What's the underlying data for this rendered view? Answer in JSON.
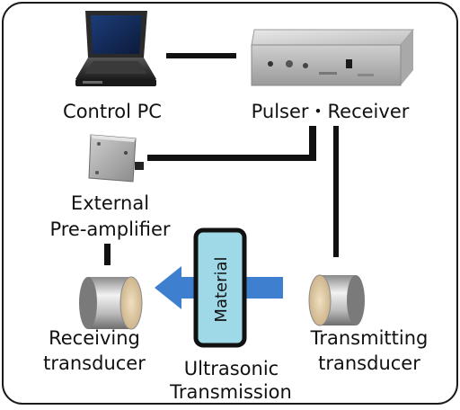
{
  "colors": {
    "frame": "#1a1a1a",
    "wire": "#111111",
    "material_fill": "#9fd8e6",
    "arrow": "#3f7fd0"
  },
  "devices": [
    {
      "key": "control_pc",
      "icon": "laptop-icon",
      "label": "Control PC"
    },
    {
      "key": "pulser_receiver",
      "icon": "pulser-receiver-icon",
      "label": "Pulser・Receiver"
    },
    {
      "key": "preamp",
      "icon": "preamplifier-box-icon",
      "label_lines": [
        "External",
        "Pre-amplifier"
      ]
    },
    {
      "key": "receiving_transducer",
      "icon": "transducer-icon",
      "label_lines": [
        "Receiving",
        "transducer"
      ]
    },
    {
      "key": "transmitting_transducer",
      "icon": "transducer-icon",
      "label_lines": [
        "Transmitting",
        "transducer"
      ]
    }
  ],
  "material": {
    "label": "Material"
  },
  "transmission": {
    "label_lines": [
      "Ultrasonic",
      "Transmission"
    ]
  }
}
